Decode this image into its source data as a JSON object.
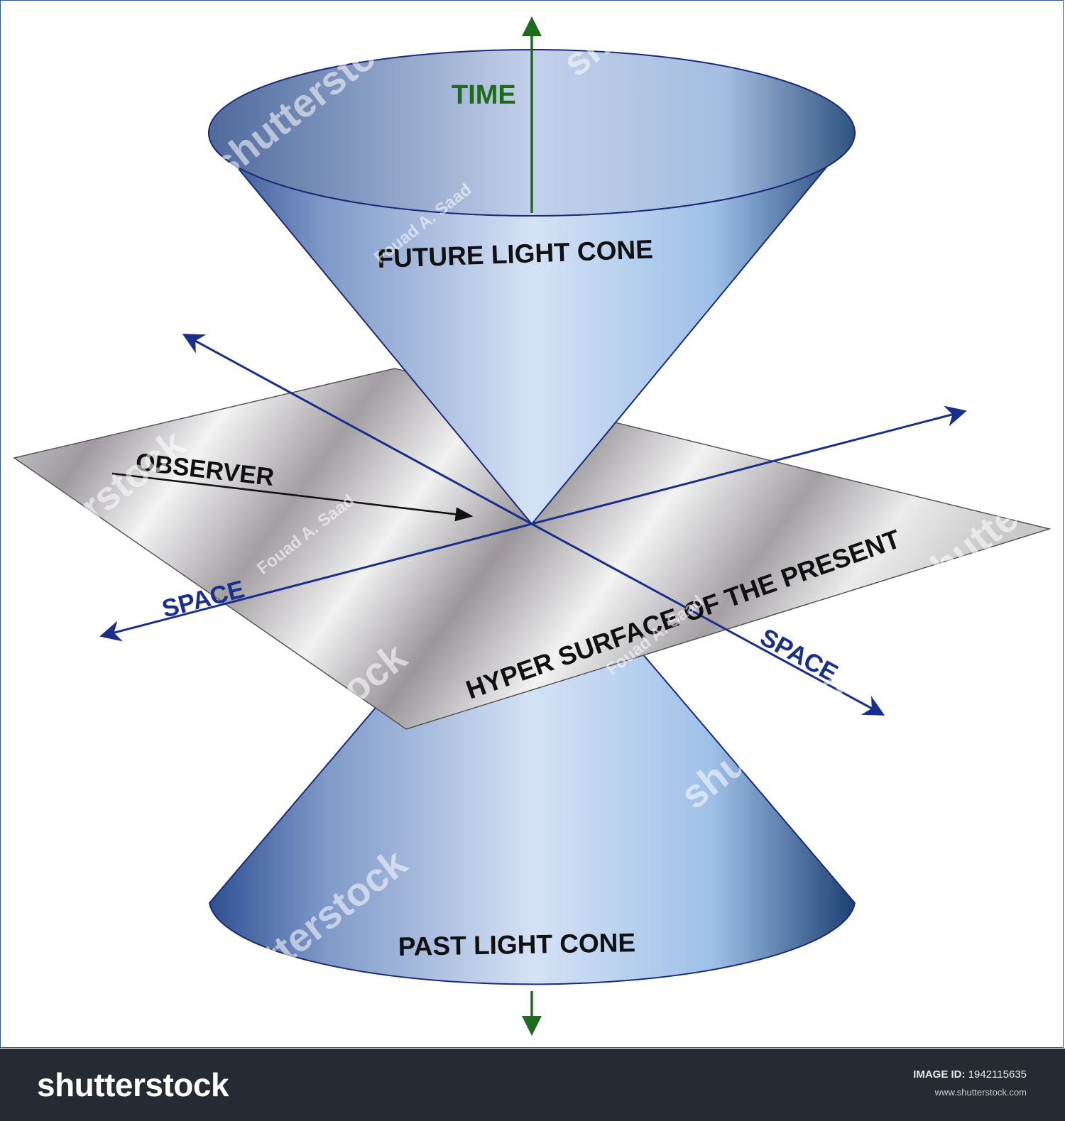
{
  "labels": {
    "time": "TIME",
    "future_cone": "FUTURE LIGHT CONE",
    "observer": "OBSERVER",
    "space_left": "SPACE",
    "space_right": "SPACE",
    "hyper_surface": "HYPER SURFACE OF THE PRESENT",
    "past_cone": "PAST LIGHT CONE"
  },
  "watermark": {
    "logo_text": "shutterstock",
    "author": "Fouad A. Saad"
  },
  "footer": {
    "logo": "shutterstock",
    "id_label": "IMAGE ID:",
    "id_value": "1942115635",
    "url": "www.shutterstock.com"
  },
  "colors": {
    "time_axis": "#1e6b1e",
    "space_axis": "#1a2f8a",
    "cone_edge": "#1c2a78",
    "label_text": "#111111",
    "footer_bg": "#262a33"
  }
}
